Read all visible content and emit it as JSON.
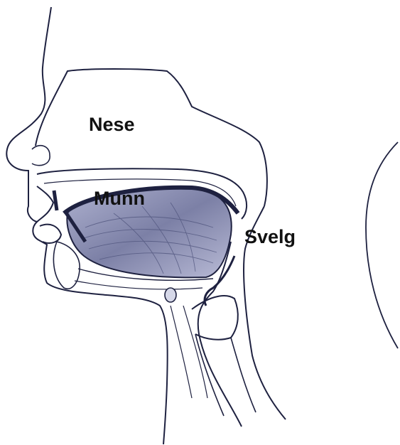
{
  "labels": {
    "nose": "Nese",
    "mouth": "Munn",
    "throat": "Svelg"
  },
  "colors": {
    "outline": "#1e2140",
    "fill_shade": "#5a5f86",
    "fill_light": "#c9cbe0"
  }
}
